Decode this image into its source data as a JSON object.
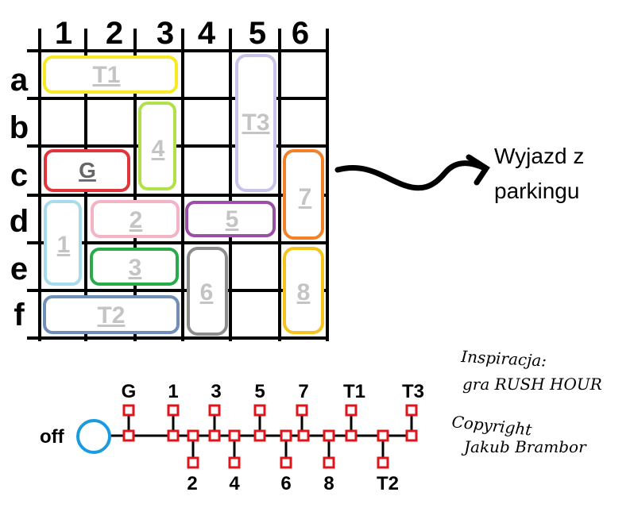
{
  "columns": [
    "1",
    "2",
    "3",
    "4",
    "5",
    "6"
  ],
  "rows": [
    "a",
    "b",
    "c",
    "d",
    "e",
    "f"
  ],
  "vehicles": {
    "t1": {
      "label": "T1",
      "color": "#f7ea23"
    },
    "t3": {
      "label": "T3",
      "color": "#c8c3ea"
    },
    "v4": {
      "label": "4",
      "color": "#b2e04a"
    },
    "g": {
      "label": "G",
      "color": "#e0353a"
    },
    "v7": {
      "label": "7",
      "color": "#f2822a"
    },
    "v1": {
      "label": "1",
      "color": "#a8dcec"
    },
    "v2": {
      "label": "2",
      "color": "#f5b3c6"
    },
    "v5": {
      "label": "5",
      "color": "#9a4ea6"
    },
    "v3": {
      "label": "3",
      "color": "#2aab4a"
    },
    "v6": {
      "label": "6",
      "color": "#8c8c8c"
    },
    "v8": {
      "label": "8",
      "color": "#f6c21c"
    },
    "t2": {
      "label": "T2",
      "color": "#6f8fb8"
    }
  },
  "exit_text": [
    "Wyjazd z",
    "parkingu"
  ],
  "controls": {
    "off_label": "off",
    "top_labels": {
      "g": "G",
      "b1": "1",
      "b3": "3",
      "b5": "5",
      "b7": "7",
      "t1": "T1",
      "t3": "T3"
    },
    "bottom_labels": {
      "b2": "2",
      "b4": "4",
      "b6": "6",
      "b8": "8",
      "t2": "T2"
    },
    "off_color": "#1a9be0",
    "button_color": "#e0141b"
  },
  "credits": {
    "line1": "Inspiracja:",
    "line2": "gra RUSH HOUR",
    "line3": "Copyright",
    "line4": "Jakub Brambor"
  }
}
